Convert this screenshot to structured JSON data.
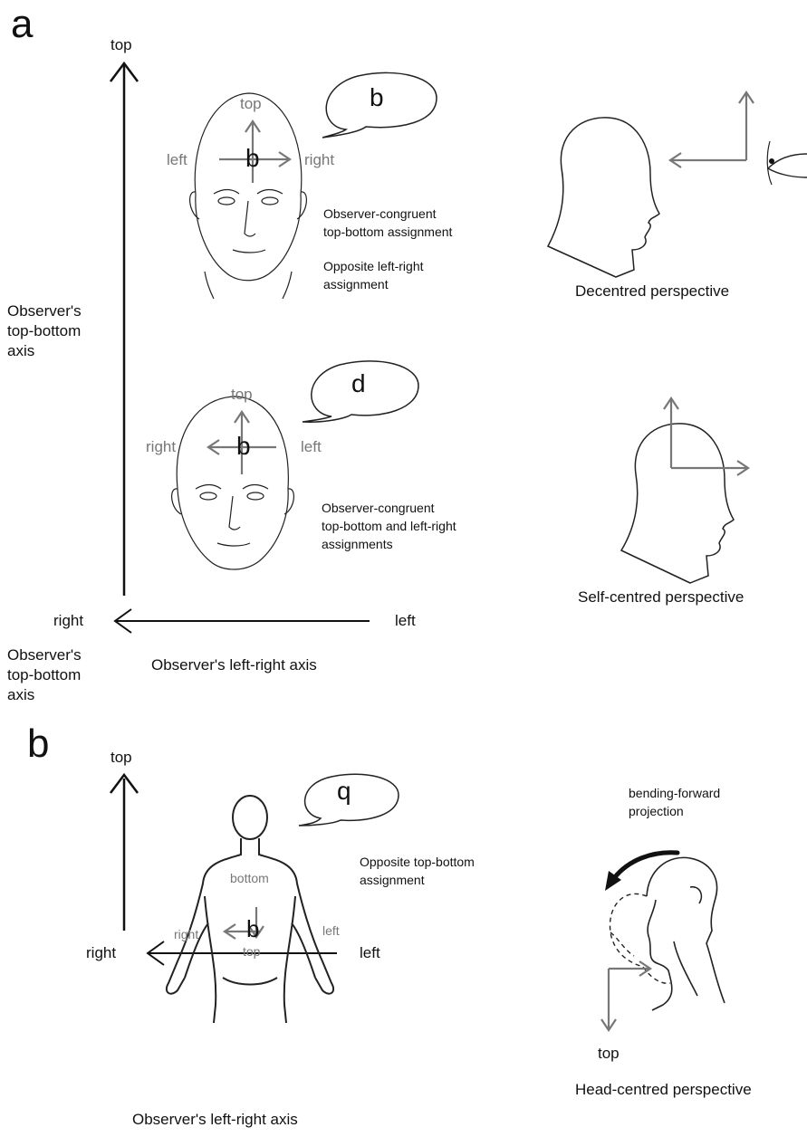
{
  "panel_a": {
    "letter": "a",
    "y_top": "top",
    "y_axis_label": [
      "Observer's",
      "top-bottom",
      "axis"
    ],
    "x_right": "right",
    "x_left": "left",
    "x_axis_label": "Observer's left-right axis",
    "face1": {
      "top": "top",
      "left": "left",
      "right": "right",
      "bubble": "b",
      "center_letter": "b",
      "note1": [
        "Observer-congruent",
        "top-bottom assignment"
      ],
      "note2": [
        "Opposite left-right",
        "assignment"
      ]
    },
    "face2": {
      "top": "top",
      "left": "right",
      "right": "left",
      "bubble": "d",
      "center_letter": "b",
      "note": [
        "Observer-congruent",
        "top-bottom and left-right",
        "assignments"
      ]
    },
    "decentred": "Decentred perspective",
    "selfcentred": "Self-centred perspective"
  },
  "panel_b": {
    "letter": "b",
    "y_top": "top",
    "y_axis_label": [
      "Observer's",
      "top-bottom",
      "axis"
    ],
    "x_right": "right",
    "x_left": "left",
    "x_axis_label": "Observer's left-right axis",
    "body": {
      "bottom": "bottom",
      "top": "top",
      "left": "right",
      "right": "left",
      "bubble": "q",
      "center_letter": "b",
      "note": [
        "Opposite top-bottom",
        "assignment"
      ]
    },
    "projection": [
      "bending-forward",
      "projection"
    ],
    "head_top": "top",
    "headcentred": "Head-centred perspective"
  }
}
